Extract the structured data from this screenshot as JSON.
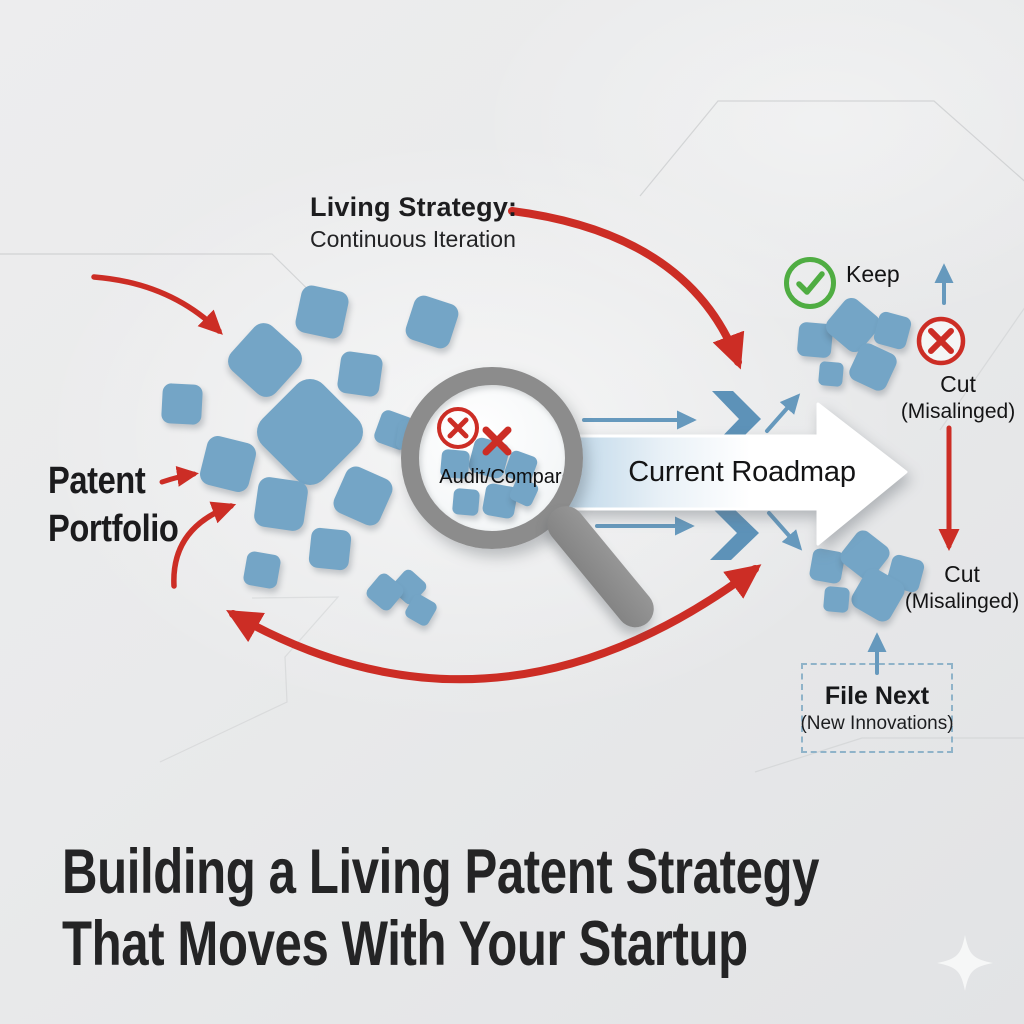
{
  "diagram": {
    "living_strategy_title": "Living Strategy:",
    "living_strategy_subtitle": "Continuous Iteration",
    "patent_portfolio": "Patent Portfolio",
    "audit_compare": "Audit/Compare",
    "roadmap_arrow_label": "Current Roadmap",
    "keep_label": "Keep",
    "cut_top_line1": "Cut",
    "cut_top_line2": "(Misalinged)",
    "cut_bottom_line1": "Cut",
    "cut_bottom_line2": "(Misalinged)",
    "file_next_title": "File Next",
    "file_next_subtitle": "(New Innovations)"
  },
  "footer": {
    "title_line1": "Building a Living Patent Strategy",
    "title_line2": "That Moves With Your Startup"
  },
  "icons": {
    "keep": "check-circle-icon",
    "cut": "cancel-circle-icon",
    "audit": "magnifier-icon",
    "decor": "sparkle-icon"
  },
  "colors": {
    "square_blue": "#74a5c6",
    "arrow_blue": "#6699bd",
    "chevron_blue": "#5d92b8",
    "accent_red": "#cc2d25",
    "accent_green": "#4fad42",
    "magnifier_gray": "#8c8c8c",
    "dash_blue": "#8fb3c9",
    "text_dark": "#1d1d1f",
    "background": "#e9eaeb"
  }
}
